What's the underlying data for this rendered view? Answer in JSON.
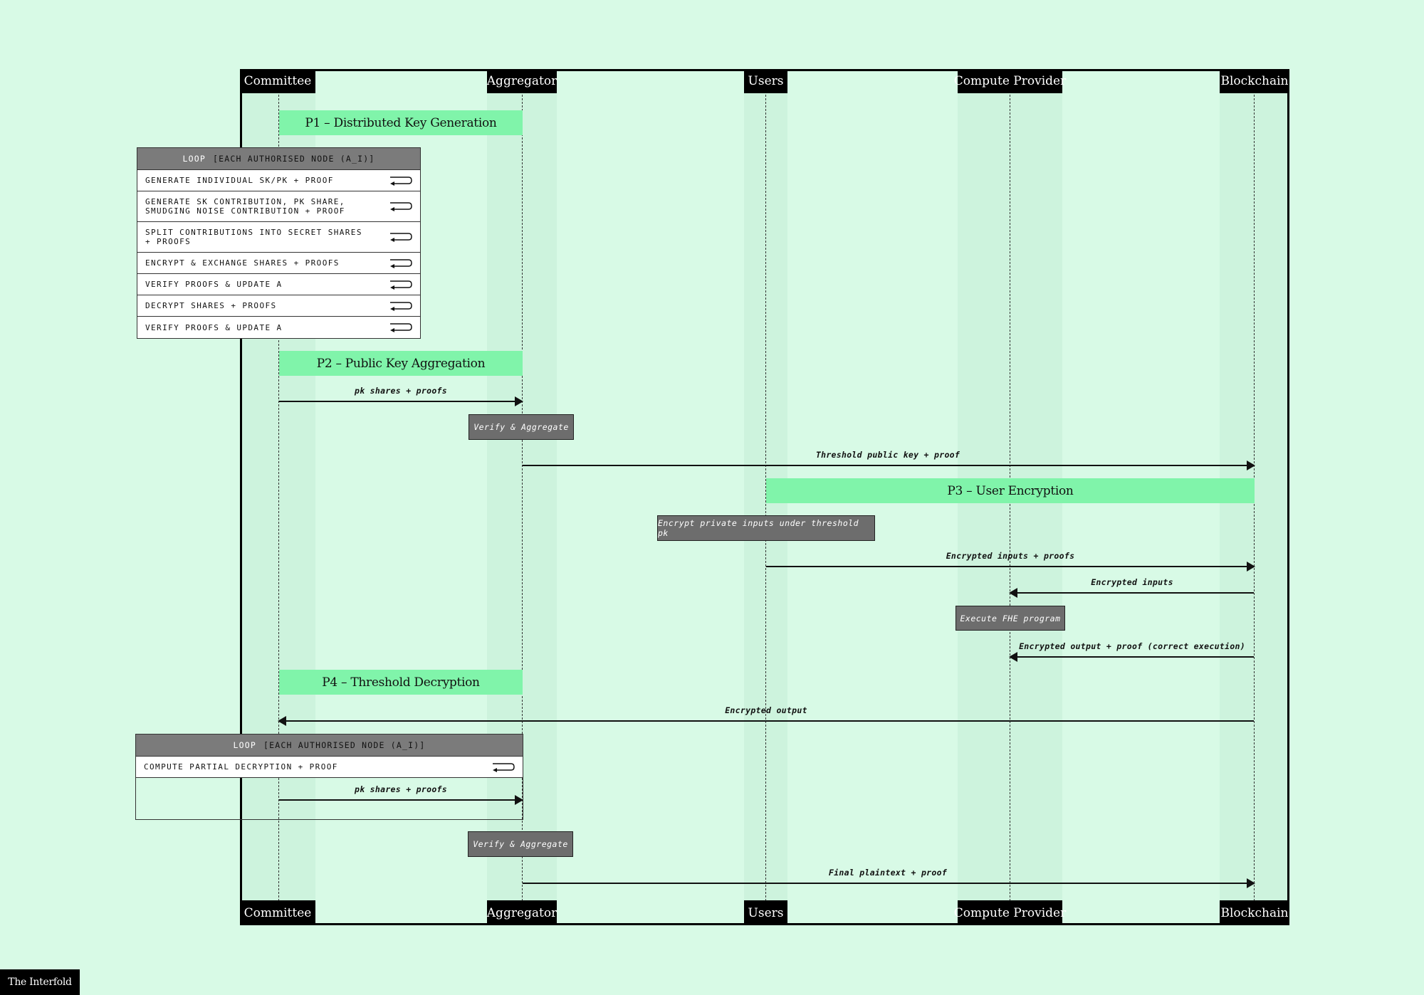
{
  "participants": {
    "committee": "Committee",
    "aggregator": "Aggregator",
    "users": "Users",
    "compute_provider": "Compute Provider",
    "blockchain": "Blockchain"
  },
  "phases": {
    "p1": "P1 – Distributed Key Generation",
    "p2": "P2 – Public Key Aggregation",
    "p3": "P3 – User Encryption",
    "p4": "P4 – Threshold Decryption"
  },
  "loop1": {
    "keyword": "LOOP",
    "condition": "[EACH AUTHORISED NODE (A_I)]",
    "items": [
      "GENERATE INDIVIDUAL SK/PK + PROOF",
      "GENERATE SK CONTRIBUTION, PK SHARE,\nSMUDGING NOISE CONTRIBUTION + PROOF",
      "SPLIT CONTRIBUTIONS INTO SECRET SHARES\n+ PROOFS",
      "ENCRYPT & EXCHANGE SHARES + PROOFS",
      "VERIFY PROOFS & UPDATE A",
      "DECRYPT SHARES + PROOFS",
      "VERIFY PROOFS & UPDATE A"
    ]
  },
  "loop2": {
    "keyword": "LOOP",
    "condition": "[EACH AUTHORISED NODE (A_I)]",
    "items": [
      "COMPUTE PARTIAL DECRYPTION + PROOF"
    ]
  },
  "messages": {
    "pk_shares_1": "pk shares + proofs",
    "threshold_pk": "Threshold public key + proof",
    "encrypted_inputs_proofs": "Encrypted inputs + proofs",
    "encrypted_inputs": "Encrypted inputs",
    "encrypted_output_proof": "Encrypted output + proof (correct execution)",
    "encrypted_output": "Encrypted output",
    "pk_shares_2": "pk shares + proofs",
    "final_plaintext": "Final plaintext + proof"
  },
  "activities": {
    "verify_aggregate_1": "Verify & Aggregate",
    "encrypt_private": "Encrypt private inputs under threshold pk",
    "execute_fhe": "Execute FHE program",
    "verify_aggregate_2": "Verify & Aggregate"
  },
  "brand": "The Interfold",
  "colors": {
    "background": "#d8fae6",
    "phase": "#80f4aa",
    "header": "#000000",
    "activity": "#6d6d6d",
    "loop_header": "#7b7b7b"
  }
}
